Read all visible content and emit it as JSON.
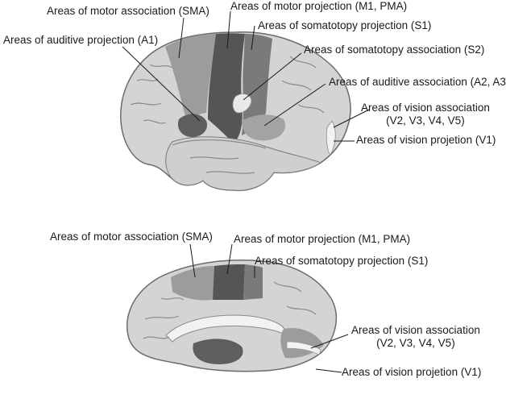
{
  "figure": {
    "lateral": {
      "labels": {
        "sma": "Areas of motor association (SMA)",
        "motor_projection": "Areas of motor projection (M1, PMA)",
        "auditive_projection": "Areas of auditive projection (A1)",
        "somatotopy_projection": "Areas of somatotopy projection (S1)",
        "somatotopy_association": "Areas of somatotopy association (S2)",
        "auditive_association": "Areas of auditive association (A2, A3)",
        "vision_association_line1": "Areas of vision association",
        "vision_association_line2": "(V2, V3, V4, V5)",
        "vision_projection": "Areas of vision projetion (V1)"
      }
    },
    "medial": {
      "labels": {
        "sma": "Areas of motor association (SMA)",
        "motor_projection": "Areas of motor projection (M1, PMA)",
        "somatotopy_projection": "Areas of somatotopy projection (S1)",
        "vision_association_line1": "Areas of vision association",
        "vision_association_line2": "(V2, V3, V4, V5)",
        "vision_projection": "Areas of vision projetion (V1)"
      }
    },
    "colors": {
      "ink": "#1a1a1a",
      "cortex": "#d4d4d4",
      "cortex_shadow": "#b5b5b5",
      "sulcus": "#8a8a8a",
      "sma": "#9c9c9c",
      "motor": "#555555",
      "somatotopy": "#7a7a7a",
      "association": "#a3a3a3",
      "auditive": "#5e5e5e",
      "light_area": "#e9e9e9",
      "vision": "#f2f2f2"
    }
  }
}
